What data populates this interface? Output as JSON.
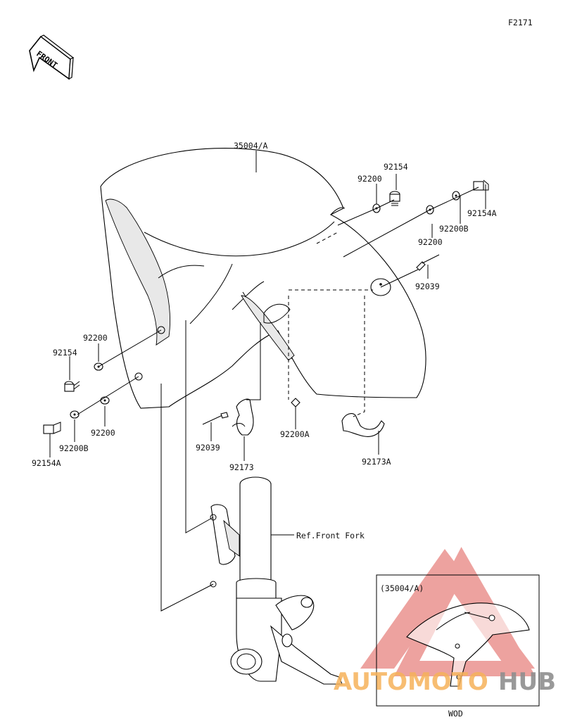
{
  "figure_code": "F2171",
  "front_badge": "FRONT",
  "ref_label": "Ref.Front Fork",
  "inset": {
    "caption": "(35004/A)",
    "footer": "WOD"
  },
  "watermark": {
    "part1": "AUTOMOTO",
    "part2": "HUB",
    "color_orange": "#f6b25a",
    "color_gray": "#8f8f8f",
    "color_red": "#e8847f"
  },
  "callouts": {
    "fender": "35004/A",
    "top_bolt": "92154",
    "top_washer_left": "92200",
    "top_bolt_a": "92154A",
    "top_washer_b": "92200B",
    "top_washer_right": "92200",
    "top_rivet": "92039",
    "left_washer_top": "92200",
    "left_bolt": "92154",
    "left_washer_low": "92200",
    "left_washer_b": "92200B",
    "left_bolt_a": "92154A",
    "mid_rivet": "92039",
    "mid_clamp": "92173",
    "mid_washer_a": "92200A",
    "right_clamp": "92173A"
  }
}
